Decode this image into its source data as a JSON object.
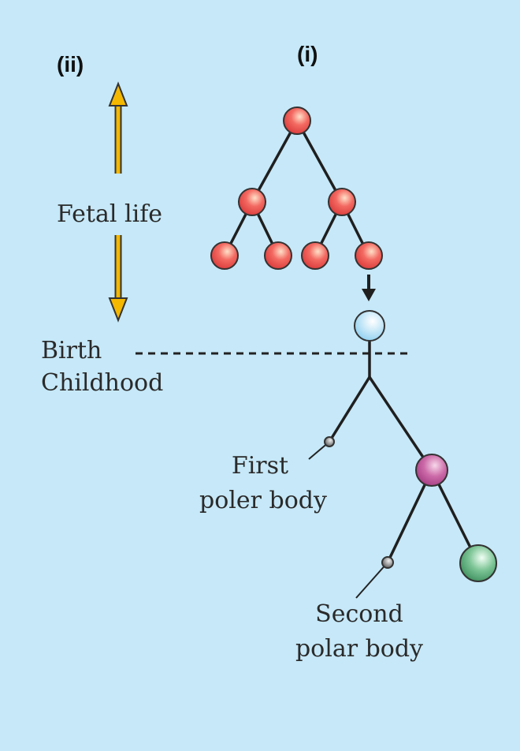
{
  "labels": {
    "panel_ii": "(ii)",
    "panel_i": "(i)",
    "fetal_life": "Fetal life",
    "birth": "Birth",
    "childhood": "Childhood",
    "first_polar_line1": "First",
    "first_polar_line2": "poler body",
    "second_polar_line1": "Second",
    "second_polar_line2": "polar body"
  },
  "colors": {
    "background": "#c6e8f8",
    "oogonia": "#f06060",
    "primary_oocyte": "#bfe6fa",
    "secondary_oocyte": "#c0589a",
    "ovum": "#5cae7a",
    "polar_body": "#777777",
    "arrow": "#f5b800"
  }
}
